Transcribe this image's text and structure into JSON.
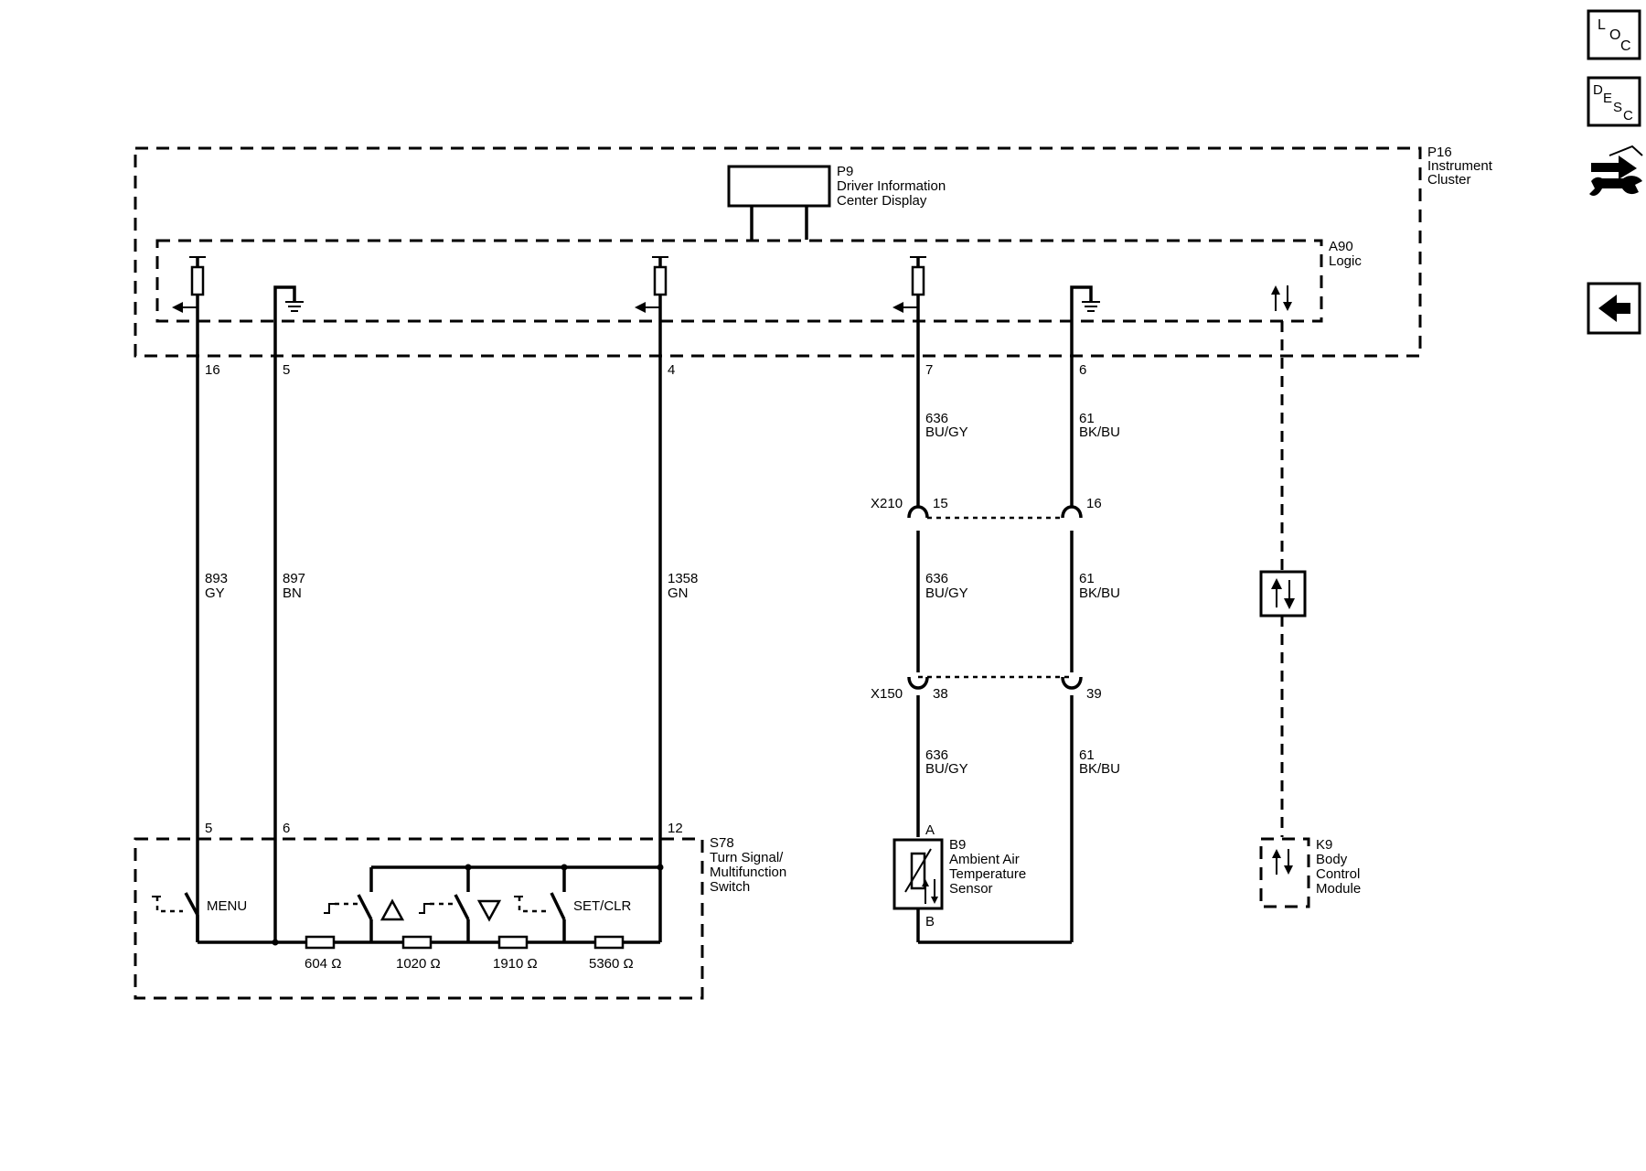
{
  "nav": {
    "loc": {
      "l1": "L",
      "l2": "O",
      "l3": "C"
    },
    "desc": {
      "l1": "D",
      "l2": "E",
      "l3": "S",
      "l4": "C"
    }
  },
  "components": {
    "p16": {
      "id": "P16",
      "name1": "Instrument",
      "name2": "Cluster"
    },
    "p9": {
      "id": "P9",
      "name1": "Driver Information",
      "name2": "Center Display"
    },
    "a90": {
      "id": "A90",
      "name1": "Logic"
    },
    "s78": {
      "id": "S78",
      "name1": "Turn Signal/",
      "name2": "Multifunction",
      "name3": "Switch"
    },
    "b9": {
      "id": "B9",
      "name1": "Ambient Air",
      "name2": "Temperature",
      "name3": "Sensor",
      "pin_a": "A",
      "pin_b": "B"
    },
    "k9": {
      "id": "K9",
      "name1": "Body",
      "name2": "Control",
      "name3": "Module"
    }
  },
  "pins": {
    "p16": [
      "16",
      "5",
      "4",
      "7",
      "6"
    ],
    "s78": [
      "5",
      "6",
      "12"
    ]
  },
  "wires": {
    "w893": {
      "circuit": "893",
      "color": "GY"
    },
    "w897": {
      "circuit": "897",
      "color": "BN"
    },
    "w1358": {
      "circuit": "1358",
      "color": "GN"
    },
    "w636": {
      "circuit": "636",
      "color": "BU/GY"
    },
    "w61": {
      "circuit": "61",
      "color": "BK/BU"
    }
  },
  "connectors": {
    "x210": {
      "id": "X210",
      "pin1": "15",
      "pin2": "16"
    },
    "x150": {
      "id": "X150",
      "pin1": "38",
      "pin2": "39"
    }
  },
  "switch": {
    "menu": "MENU",
    "setclr": "SET/CLR",
    "r1": "604 Ω",
    "r2": "1020 Ω",
    "r3": "1910 Ω",
    "r4": "5360 Ω"
  }
}
